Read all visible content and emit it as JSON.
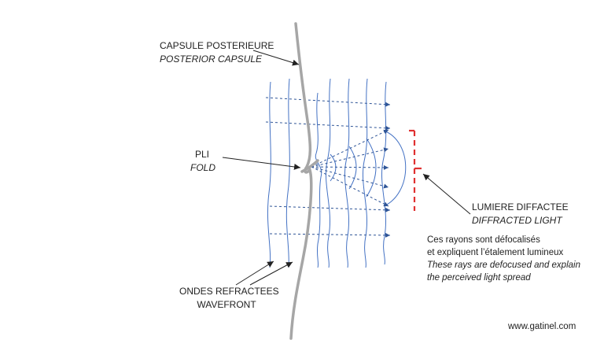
{
  "labels": {
    "capsule_fr": "CAPSULE POSTERIEURE",
    "capsule_en": "POSTERIOR CAPSULE",
    "fold_fr": "PLI",
    "fold_en": "FOLD",
    "diffracted_fr": "LUMIERE DIFFACTEE",
    "diffracted_en": "DIFFRACTED LIGHT",
    "wavefront_fr": "ONDES REFRACTEES",
    "wavefront_en": "WAVEFRONT"
  },
  "caption": {
    "fr_line1": "Ces rayons sont défocalisés",
    "fr_line2": "et expliquent l’étalement lumineux",
    "en_line1": "These rays are defocused  and explain",
    "en_line2": "the perceived light spread"
  },
  "website": "www.gatinel.com",
  "colors": {
    "capsule": "#a6a6a6",
    "wave": "#4472c4",
    "ray": "#2f5597",
    "pointer": "#222222",
    "bracket": "#e03030"
  }
}
